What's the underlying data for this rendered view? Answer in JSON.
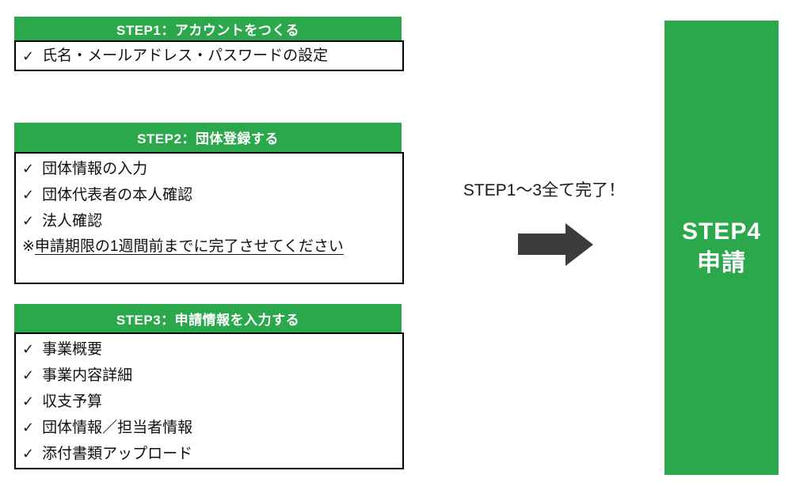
{
  "colors": {
    "green": "#2BA84C",
    "arrow_gray": "#3C3C3C",
    "border_black": "#000000",
    "header_text": "#FFFFFF",
    "body_text": "#111111"
  },
  "check_glyph": "✓",
  "steps": [
    {
      "title": "STEP1：アカウントをつくる",
      "items": [
        {
          "text": "氏名・メールアドレス・パスワードの設定"
        }
      ]
    },
    {
      "title": "STEP2：団体登録する",
      "items": [
        {
          "text": "団体情報の入力"
        },
        {
          "text": "団体代表者の本人確認"
        },
        {
          "text": "法人確認"
        }
      ],
      "note_prefix": "※",
      "note_text": "申請期限の1週間前までに完了させてください"
    },
    {
      "title": "STEP3：申請情報を入力する",
      "items": [
        {
          "text": "事業概要"
        },
        {
          "text": "事業内容詳細"
        },
        {
          "text": "収支予算"
        },
        {
          "text": "団体情報／担当者情報"
        },
        {
          "text": "添付書類アップロード"
        }
      ]
    }
  ],
  "transition": {
    "label": "STEP1～3全て完了！",
    "arrow_icon": "right-arrow"
  },
  "final_step": {
    "line1": "STEP4",
    "line2": "申請"
  }
}
